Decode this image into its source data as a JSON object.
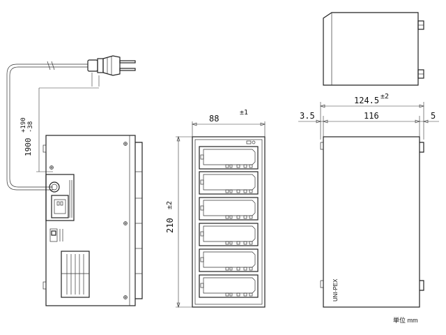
{
  "dimensions": {
    "width_front": "88",
    "width_front_tol": "±1",
    "height": "210",
    "height_tol": "±2",
    "total_width": "124.5",
    "total_width_tol": "±2",
    "left_offset": "3.5",
    "body_width": "116",
    "right_offset": "5",
    "cord_length": "1900",
    "cord_tol_plus": "+190",
    "cord_tol_minus": "-38"
  },
  "labels": {
    "brand": "UNI-PEX",
    "unit": "単位 mm"
  }
}
